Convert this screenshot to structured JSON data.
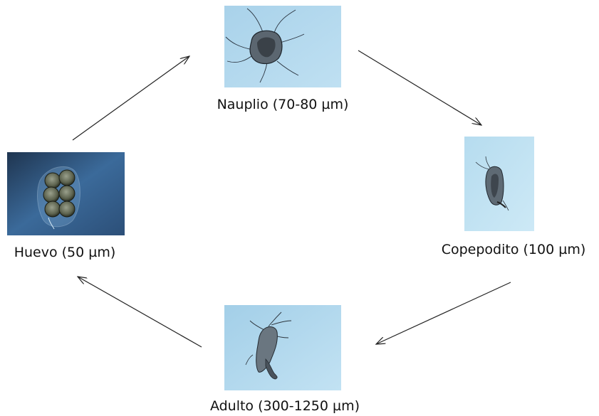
{
  "diagram": {
    "stages": [
      {
        "id": "nauplio",
        "label": "Nauplio (70-80 µm)"
      },
      {
        "id": "copepodito",
        "label": "Copepodito (100 µm)"
      },
      {
        "id": "adulto",
        "label": "Adulto (300-1250 µm)"
      },
      {
        "id": "huevo",
        "label": "Huevo (50 µm)"
      }
    ],
    "cycle": [
      "huevo",
      "nauplio",
      "copepodito",
      "adulto",
      "huevo"
    ]
  }
}
